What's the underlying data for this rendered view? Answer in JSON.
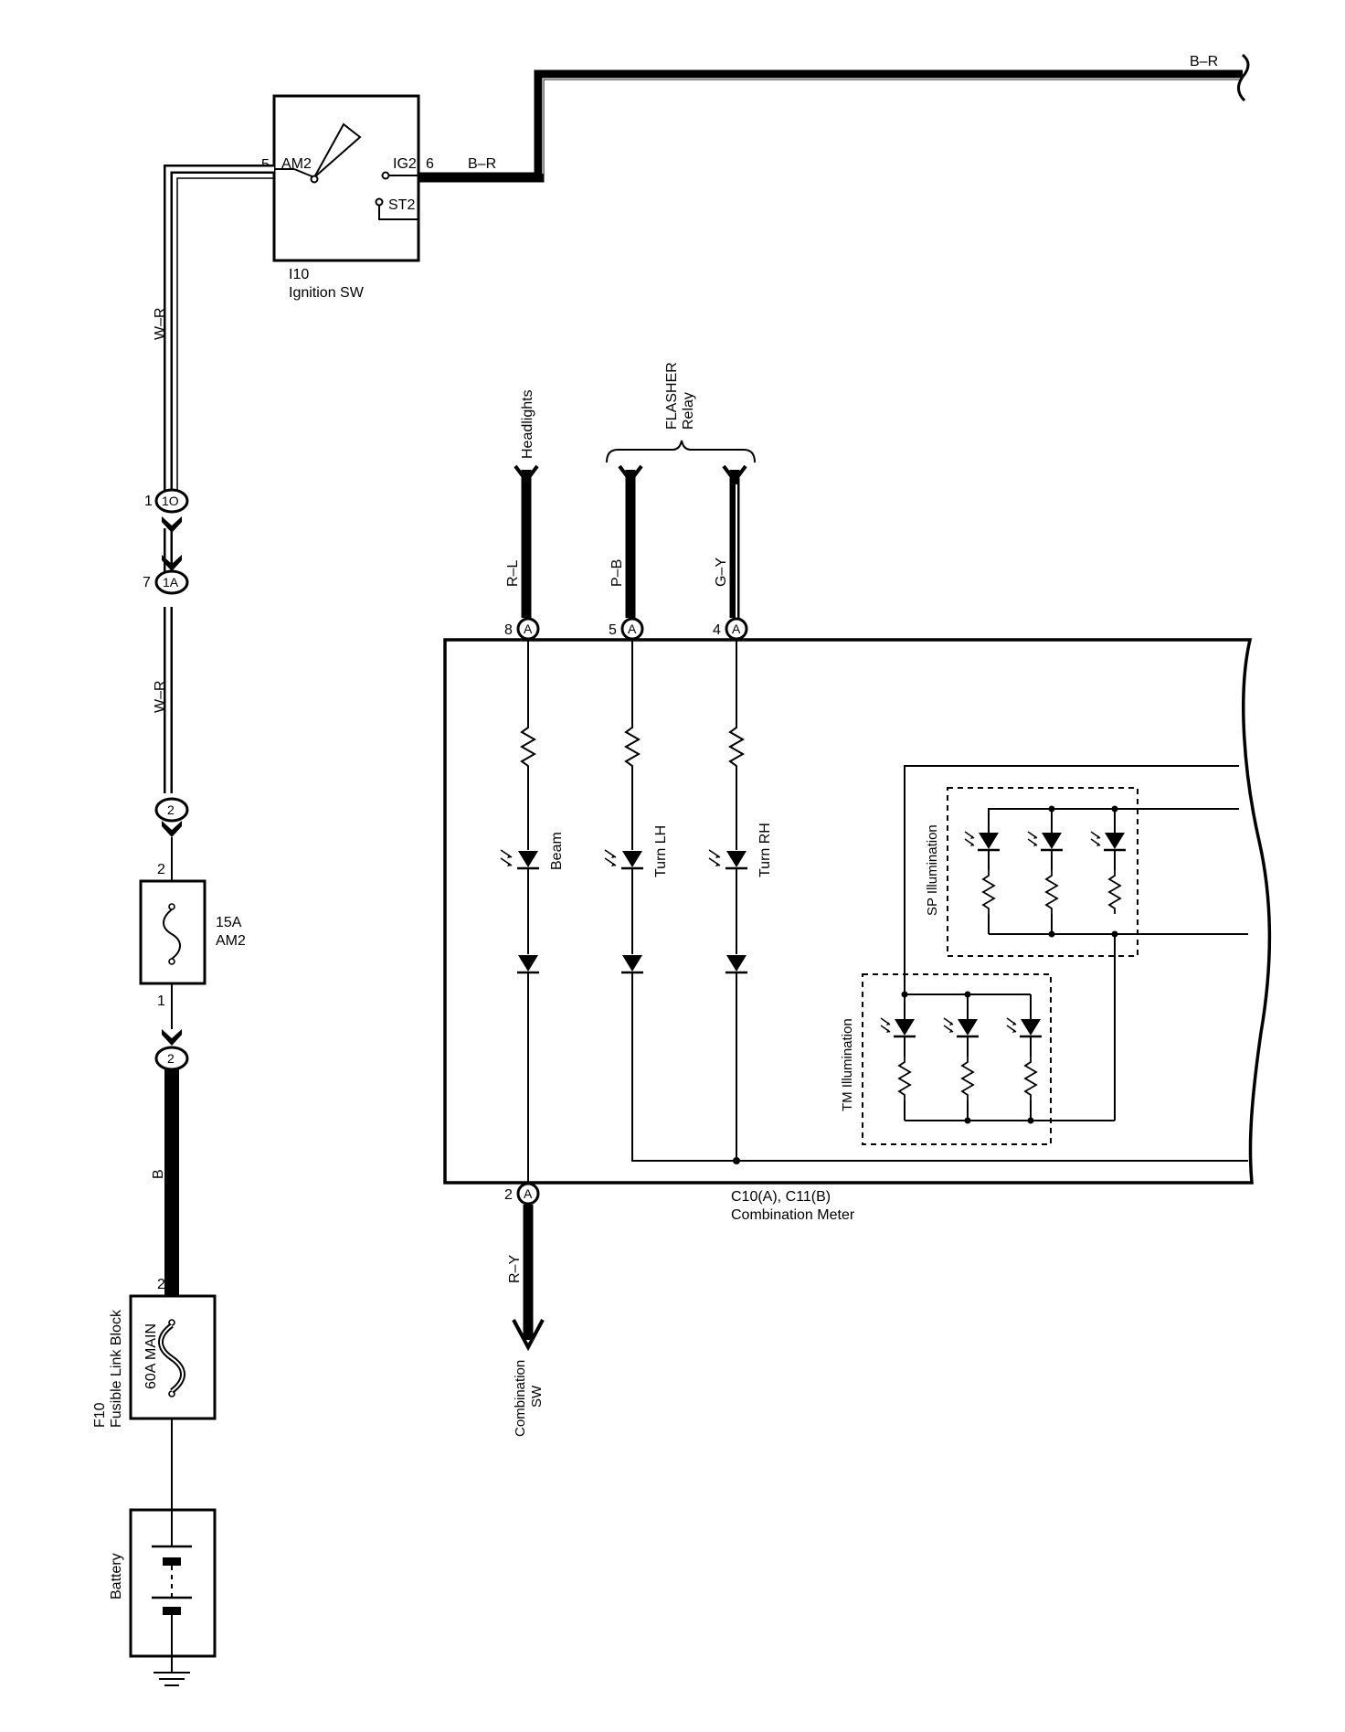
{
  "ignition_switch": {
    "id": "I10",
    "name": "Ignition SW",
    "pin_am2_num": "5",
    "pin_am2": "AM2",
    "pin_ig2": "IG2",
    "pin_ig2_num": "6",
    "pin_st2": "ST2"
  },
  "wires": {
    "ig_out": "B–R",
    "top_right": "B–R",
    "wr_upper": "W–R",
    "wr_lower": "W–R",
    "b_main": "B",
    "headlights": "R–L",
    "turn_lh": "P–B",
    "turn_rh": "G–Y",
    "out": "R–Y"
  },
  "connectors": {
    "c1_pin": "1",
    "c1_label": "1O",
    "c2_pin": "7",
    "c2_label": "1A",
    "c3_label": "2",
    "c4_label": "2",
    "fuse_top_pin": "2",
    "fuse_bottom_pin": "1",
    "fl_top_pin": "2",
    "meter_pin_8": "8",
    "meter_pin_5": "5",
    "meter_pin_4": "4",
    "meter_pin_2": "2",
    "meter_conn_letter": "A"
  },
  "fuse": {
    "rating": "15A",
    "name": "AM2"
  },
  "fusible_link": {
    "id": "F10",
    "name": "Fusible Link Block",
    "rating": "60A MAIN"
  },
  "battery": {
    "label": "Battery"
  },
  "sources": {
    "headlights": "Headlights",
    "flasher": "FLASHER",
    "flasher_sub": "Relay"
  },
  "meter": {
    "id": "C10(A), C11(B)",
    "name": "Combination Meter",
    "beam": "Beam",
    "turn_lh": "Turn LH",
    "turn_rh": "Turn RH",
    "sp_illum": "SP Illumination",
    "tm_illum": "TM Illumination"
  },
  "output": {
    "line1": "Combination",
    "line2": "SW"
  }
}
